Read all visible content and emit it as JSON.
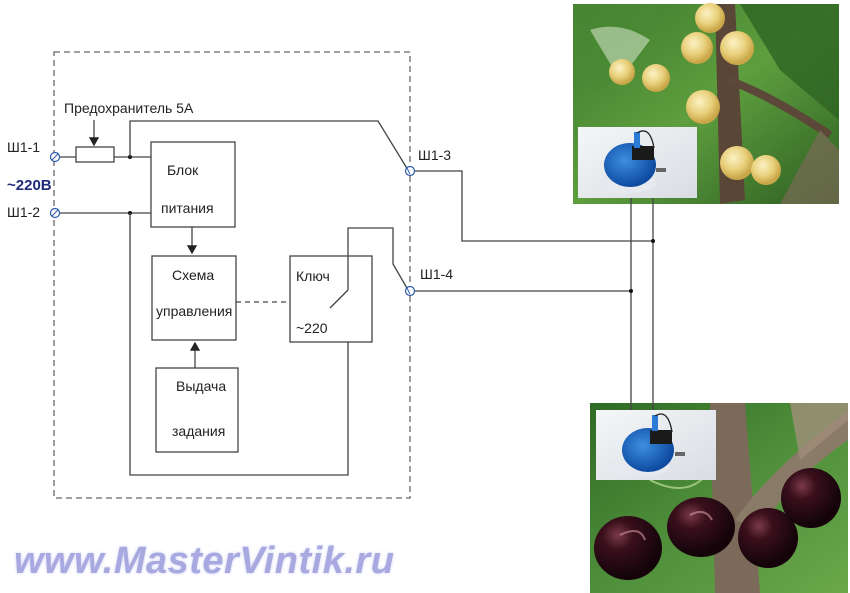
{
  "diagram": {
    "title": "Cherry tree shaker motor control wiring",
    "fuse_label": "Предохранитель 5А",
    "terminals": {
      "t1": "Ш1-1",
      "t2": "Ш1-2",
      "t3": "Ш1-3",
      "t4": "Ш1-4"
    },
    "supply_voltage": "~220В",
    "blocks": {
      "power_supply": {
        "line1": "Блок",
        "line2": "питания"
      },
      "control": {
        "line1": "Схема",
        "line2": "управления"
      },
      "switch": {
        "line1": "Ключ",
        "line2": "~220"
      },
      "task": {
        "line1": "Выдача",
        "line2": "задания"
      }
    },
    "images": {
      "top_photo": "yellow-cherry-tree-photo",
      "bottom_photo": "dark-cherry-tree-photo",
      "motor": "electric-motor-photo"
    },
    "colors": {
      "wire": "#444444",
      "terminal": "#2a5aa8",
      "voltage_label": "#1f2a7a",
      "watermark": "#a7a9e0"
    }
  },
  "watermark": "www.MasterVintik.ru"
}
